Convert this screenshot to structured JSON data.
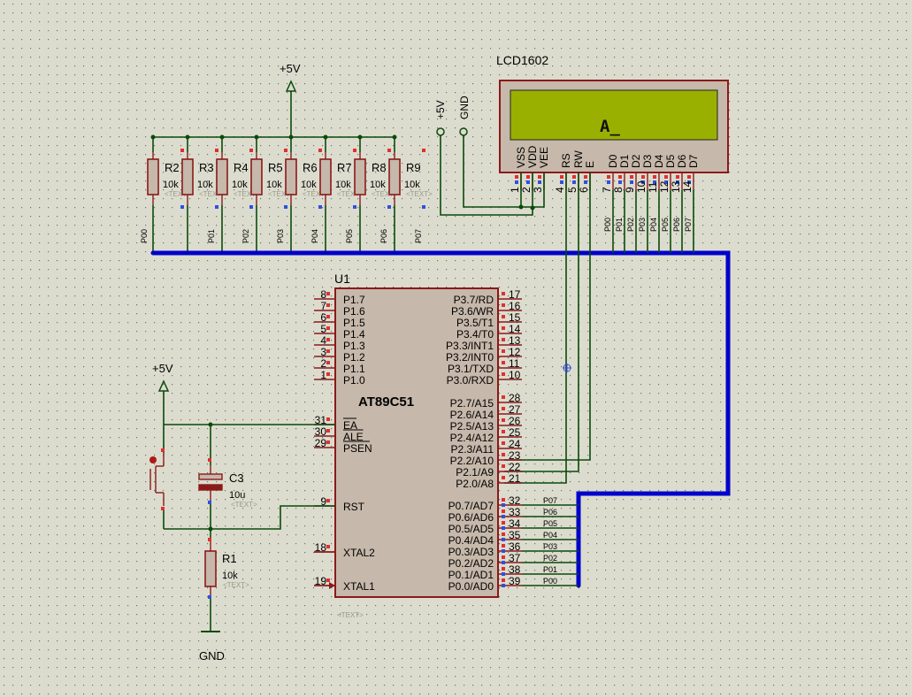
{
  "colors": {
    "background": "#dcdcce",
    "wire": "#0a4a0a",
    "bus": "#0000cc",
    "component_outline": "#8a1a1a",
    "component_fill": "#c6b8aa",
    "lcd_screen": "#9ab000",
    "pin_red": "#e03030",
    "pin_blue": "#3050e0"
  },
  "power": {
    "vcc_top": "+5V",
    "vcc_left": "+5V",
    "lcd_vcc": "+5V",
    "lcd_gnd": "GND",
    "gnd_bottom": "GND"
  },
  "placeholder_text": "<TEXT>",
  "pullups": {
    "labels": [
      "R2",
      "R3",
      "R4",
      "R5",
      "R6",
      "R7",
      "R8",
      "R9"
    ],
    "value": "10k",
    "nets": [
      "P00",
      "P01",
      "P02",
      "P03",
      "P04",
      "P05",
      "P06",
      "P07"
    ]
  },
  "lcd": {
    "name": "LCD1602",
    "display": "A_",
    "pins": [
      {
        "name": "VSS",
        "num": "1"
      },
      {
        "name": "VDD",
        "num": "2"
      },
      {
        "name": "VEE",
        "num": "3"
      },
      {
        "name": "RS",
        "num": "4"
      },
      {
        "name": "RW",
        "num": "5"
      },
      {
        "name": "E",
        "num": "6"
      },
      {
        "name": "D0",
        "num": "7"
      },
      {
        "name": "D1",
        "num": "8"
      },
      {
        "name": "D2",
        "num": "9"
      },
      {
        "name": "D3",
        "num": "10"
      },
      {
        "name": "D4",
        "num": "11"
      },
      {
        "name": "D5",
        "num": "12"
      },
      {
        "name": "D6",
        "num": "13"
      },
      {
        "name": "D7",
        "num": "14"
      }
    ],
    "data_nets": [
      "P00",
      "P01",
      "P02",
      "P03",
      "P04",
      "P05",
      "P06",
      "P07"
    ]
  },
  "mcu": {
    "ref": "U1",
    "part": "AT89C51",
    "left_pins": [
      {
        "num": "8",
        "label": "P1.7"
      },
      {
        "num": "7",
        "label": "P1.6"
      },
      {
        "num": "6",
        "label": "P1.5"
      },
      {
        "num": "5",
        "label": "P1.4"
      },
      {
        "num": "4",
        "label": "P1.3"
      },
      {
        "num": "3",
        "label": "P1.2"
      },
      {
        "num": "2",
        "label": "P1.1"
      },
      {
        "num": "1",
        "label": "P1.0"
      }
    ],
    "ctrl_pins": [
      {
        "num": "31",
        "label": "EA"
      },
      {
        "num": "30",
        "label": "ALE"
      },
      {
        "num": "29",
        "label": "PSEN"
      }
    ],
    "rst_pin": {
      "num": "9",
      "label": "RST"
    },
    "xtal2_pin": {
      "num": "18",
      "label": "XTAL2"
    },
    "xtal1_pin": {
      "num": "19",
      "label": "XTAL1"
    },
    "p3_pins": [
      {
        "num": "17",
        "label": "P3.7/RD"
      },
      {
        "num": "16",
        "label": "P3.6/WR"
      },
      {
        "num": "15",
        "label": "P3.5/T1"
      },
      {
        "num": "14",
        "label": "P3.4/T0"
      },
      {
        "num": "13",
        "label": "P3.3/INT1"
      },
      {
        "num": "12",
        "label": "P3.2/INT0"
      },
      {
        "num": "11",
        "label": "P3.1/TXD"
      },
      {
        "num": "10",
        "label": "P3.0/RXD"
      }
    ],
    "p2_pins": [
      {
        "num": "28",
        "label": "P2.7/A15"
      },
      {
        "num": "27",
        "label": "P2.6/A14"
      },
      {
        "num": "26",
        "label": "P2.5/A13"
      },
      {
        "num": "25",
        "label": "P2.4/A12"
      },
      {
        "num": "24",
        "label": "P2.3/A11"
      },
      {
        "num": "23",
        "label": "P2.2/A10"
      },
      {
        "num": "22",
        "label": "P2.1/A9"
      },
      {
        "num": "21",
        "label": "P2.0/A8"
      }
    ],
    "p0_pins": [
      {
        "num": "32",
        "label": "P0.7/AD7",
        "net": "P07"
      },
      {
        "num": "33",
        "label": "P0.6/AD6",
        "net": "P06"
      },
      {
        "num": "34",
        "label": "P0.5/AD5",
        "net": "P05"
      },
      {
        "num": "35",
        "label": "P0.4/AD4",
        "net": "P04"
      },
      {
        "num": "36",
        "label": "P0.3/AD3",
        "net": "P03"
      },
      {
        "num": "37",
        "label": "P0.2/AD2",
        "net": "P02"
      },
      {
        "num": "38",
        "label": "P0.1/AD1",
        "net": "P01"
      },
      {
        "num": "39",
        "label": "P0.0/AD0",
        "net": "P00"
      }
    ]
  },
  "reset": {
    "cap_label": "C3",
    "cap_value": "10u",
    "res_label": "R1",
    "res_value": "10k"
  }
}
